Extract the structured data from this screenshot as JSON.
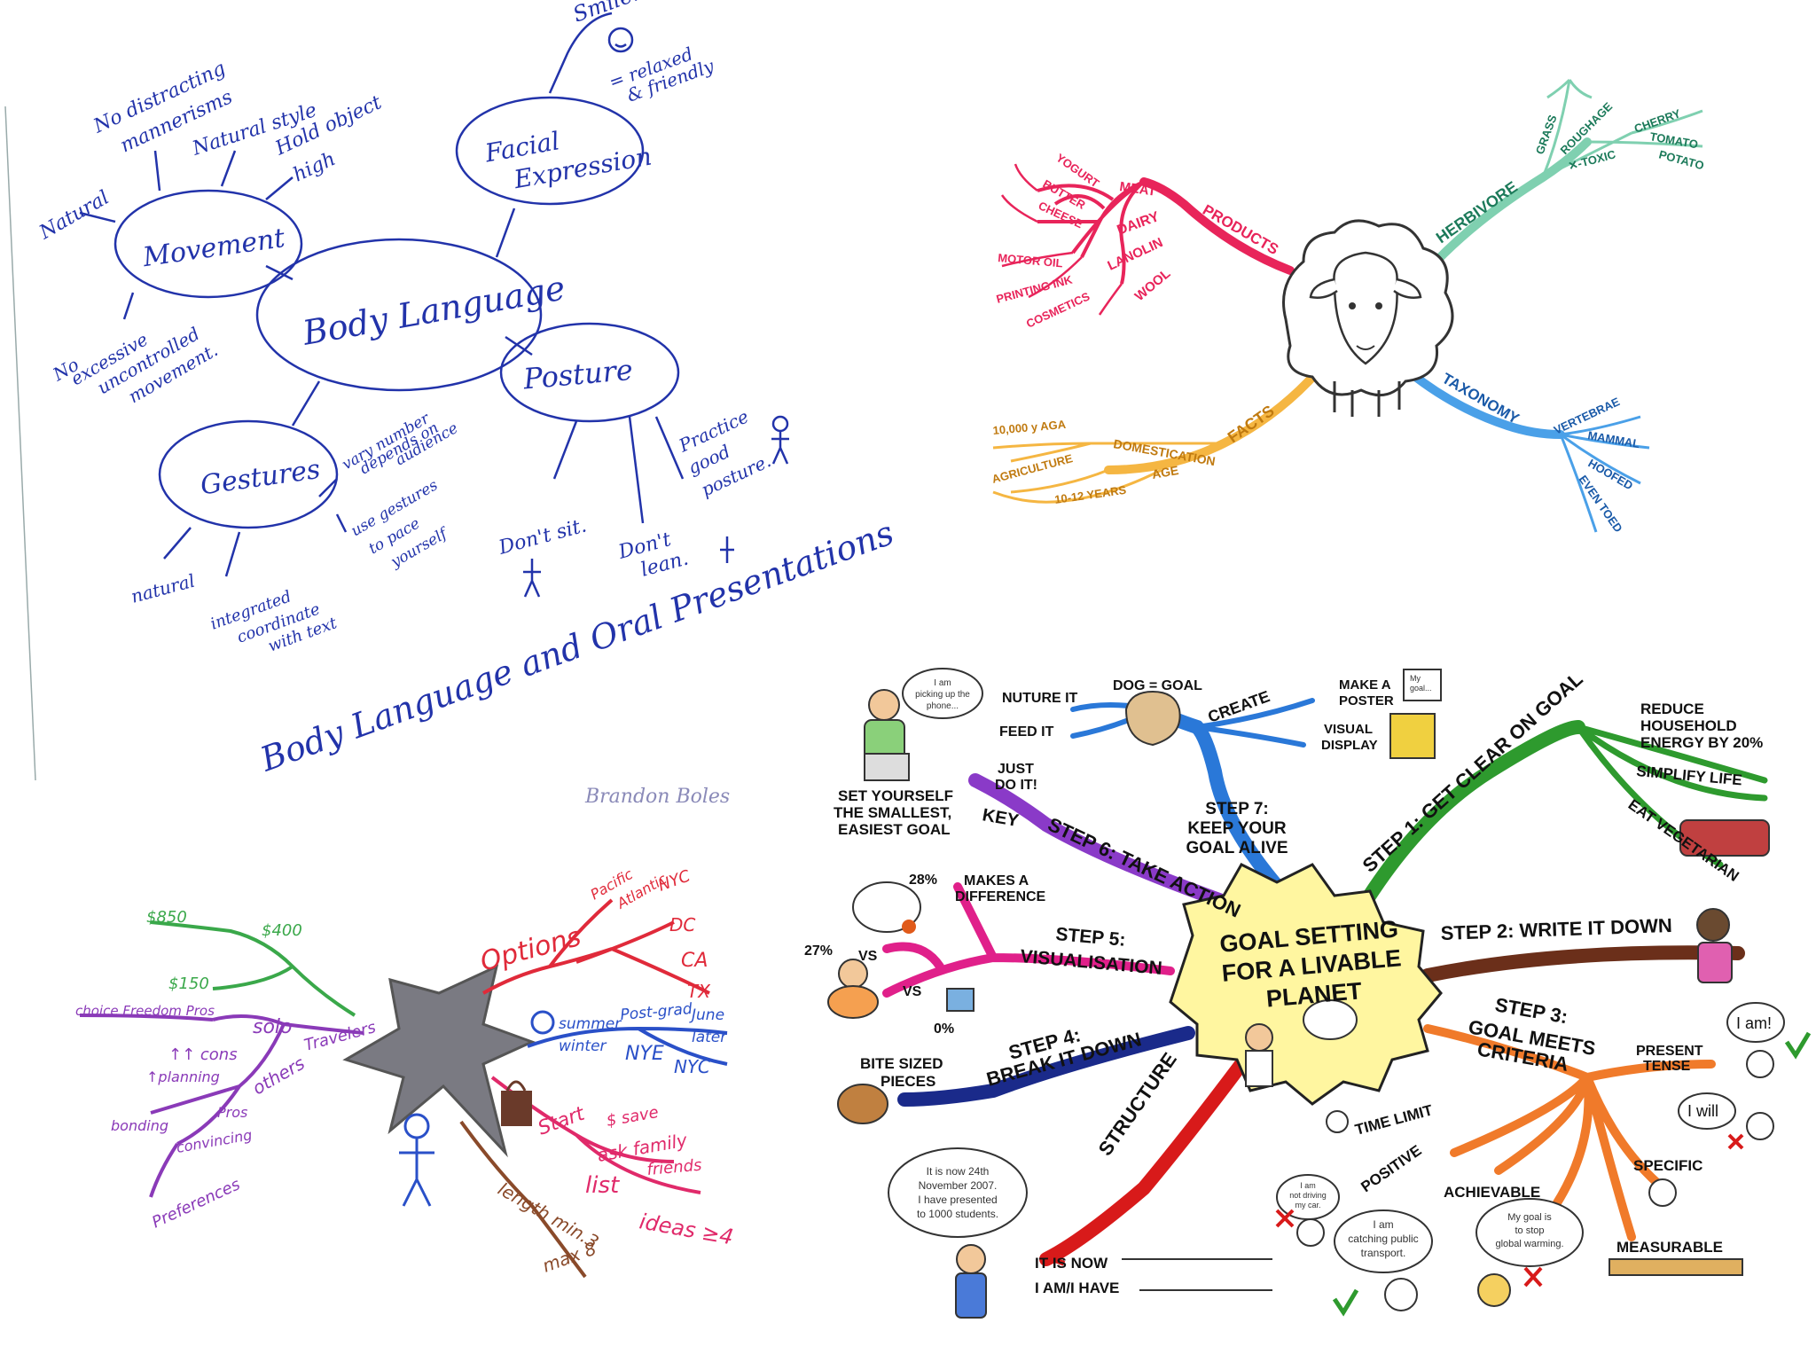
{
  "body_language": {
    "center": "Body Language",
    "movement": "Movement",
    "facial": [
      "Facial",
      "Expression"
    ],
    "posture": "Posture",
    "gestures": "Gestures",
    "no_distracting": [
      "No distracting",
      "mannerisms"
    ],
    "natural_style": "Natural style",
    "hold_object": [
      "Hold object",
      "high"
    ],
    "natural_left": "Natural",
    "no_excessive": [
      "No",
      "excessive",
      "uncontrolled",
      "movement."
    ],
    "smile": "Smile!",
    "relaxed": [
      "= relaxed",
      "& friendly"
    ],
    "vary": [
      "vary number",
      "depends on",
      "audience"
    ],
    "use_gestures": [
      "use gestures",
      "to pace",
      "yourself"
    ],
    "natural_low": "natural",
    "integrated": [
      "integrated",
      "coordinate",
      "with text"
    ],
    "dont_sit": "Don't sit.",
    "dont_lean": [
      "Don't",
      "lean."
    ],
    "practice": [
      "Practice",
      "good",
      "posture."
    ],
    "caption": "Body Language and Oral Presentations",
    "author": "Brandon Boles"
  },
  "sheep": {
    "products": "PRODUCTS",
    "dairy": "DAIRY",
    "meat": "MEAT",
    "yogurt": "YOGURT",
    "butter": "BUTTER",
    "cheese": "CHEESE",
    "lanolin": "LANOLIN",
    "motor_oil": "MOTOR OIL",
    "printing_ink": "PRINTING INK",
    "cosmetics": "COSMETICS",
    "wool": "WOOL",
    "herbivore": "HERBIVORE",
    "grass": "GRASS",
    "roughage": "ROUGHAGE",
    "toxic": "✕-TOXIC",
    "cherry": "CHERRY",
    "tomato": "TOMATO",
    "potato": "POTATO",
    "facts": "FACTS",
    "domestication": "DOMESTICATION",
    "ago": "10,000 y AGA",
    "agriculture": "AGRICULTURE",
    "age": "AGE",
    "years": "10-12 YEARS",
    "taxonomy": "TAXONOMY",
    "vertebrae": "VERTEBRAE",
    "mammal": "MAMMAL",
    "hoofed": "HOOFED",
    "even_toed": "EVEN TOED"
  },
  "travel": {
    "options": "Options",
    "pacific": "Pacific",
    "atlantic": "Atlantic",
    "nyc": "NYC",
    "dc": "DC",
    "ca": "CA",
    "tx": "TX",
    "summer": "summer",
    "post_grad": "Post-grad",
    "june": "June",
    "later": "later",
    "winter": "winter",
    "nye": "NYE",
    "nyc2": "NYC",
    "start": "Start",
    "save": "$ save",
    "ask": "ask family",
    "friends": "friends",
    "list": "list",
    "ideas": "ideas ≥4",
    "length": "length min.3",
    "max": "max 8",
    "travelers": "Travelers",
    "solo": "solo",
    "others": "others",
    "choice": "choice Freedom Pros",
    "cons": "↑↑ cons",
    "planning": "↑planning",
    "bonding": "bonding",
    "pros": "Pros",
    "convincing": "convincing",
    "preferences": "Preferences",
    "money1": "$850",
    "money2": "$400",
    "money3": "$150"
  },
  "goal": {
    "center": [
      "GOAL SETTING",
      "FOR A LIVABLE",
      "PLANET"
    ],
    "step1": "STEP 1: GET CLEAR ON GOAL",
    "step2": "STEP 2: WRITE IT DOWN",
    "step3": [
      "STEP 3:",
      "GOAL MEETS",
      "CRITERIA"
    ],
    "step4": [
      "STEP 4:",
      "BREAK IT DOWN"
    ],
    "step5": [
      "STEP 5:",
      "VISUALISATION"
    ],
    "step6": "STEP 6: TAKE ACTION",
    "step7": [
      "STEP 7:",
      "KEEP YOUR",
      "GOAL ALIVE"
    ],
    "structure": "STRUCTURE",
    "reduce": [
      "REDUCE",
      "HOUSEHOLD",
      "ENERGY BY 20%"
    ],
    "simplify": "SIMPLIFY LIFE",
    "eat_veg": "EAT VEGETARIAN",
    "nurture": "NUTURE IT",
    "feed": "FEED IT",
    "dog_goal": "DOG = GOAL",
    "create": "CREATE",
    "poster": [
      "MAKE A",
      "POSTER"
    ],
    "visual_display": [
      "VISUAL",
      "DISPLAY"
    ],
    "just_do": [
      "JUST",
      "DO IT!"
    ],
    "key": "KEY",
    "smallest": [
      "SET YOURSELF",
      "THE SMALLEST,",
      "EASIEST GOAL"
    ],
    "phone_bubble": [
      "I am",
      "picking up the",
      "phone..."
    ],
    "my_goal": [
      "My",
      "goal..."
    ],
    "makes_diff": [
      "MAKES A",
      "DIFFERENCE"
    ],
    "pct28": "28%",
    "pct27": "27%",
    "vs1": "VS",
    "vs2": "VS",
    "pct0": "0%",
    "bite": [
      "BITE SIZED",
      "PIECES"
    ],
    "present": [
      "PRESENT",
      "TENSE"
    ],
    "i_am": "I am!",
    "i_will": "I will",
    "time_limit": "TIME LIMIT",
    "positive": "POSITIVE",
    "achievable": "ACHIEVABLE",
    "specific": "SPECIFIC",
    "measurable": "MEASURABLE",
    "not_driving": [
      "I am",
      "not driving",
      "my car."
    ],
    "catching": [
      "I am",
      "catching public",
      "transport."
    ],
    "stop_warming": [
      "My goal is",
      "to stop",
      "global warming."
    ],
    "now_bubble": [
      "It is now 24th",
      "November 2007.",
      "I have presented",
      "to 1000 students."
    ],
    "it_is_now": "IT IS NOW",
    "i_have": "I AM/I HAVE"
  },
  "colors": {
    "ink_blue": "#2233aa",
    "step1": "#2e9a2e",
    "step2": "#6b2f1a",
    "step3": "#f07a2a",
    "step4": "#1a2a8a",
    "step5": "#e0208a",
    "step6": "#8a3ac8",
    "step7": "#2a78d8",
    "structure": "#d81a1a",
    "sun": "#fff6a0"
  }
}
